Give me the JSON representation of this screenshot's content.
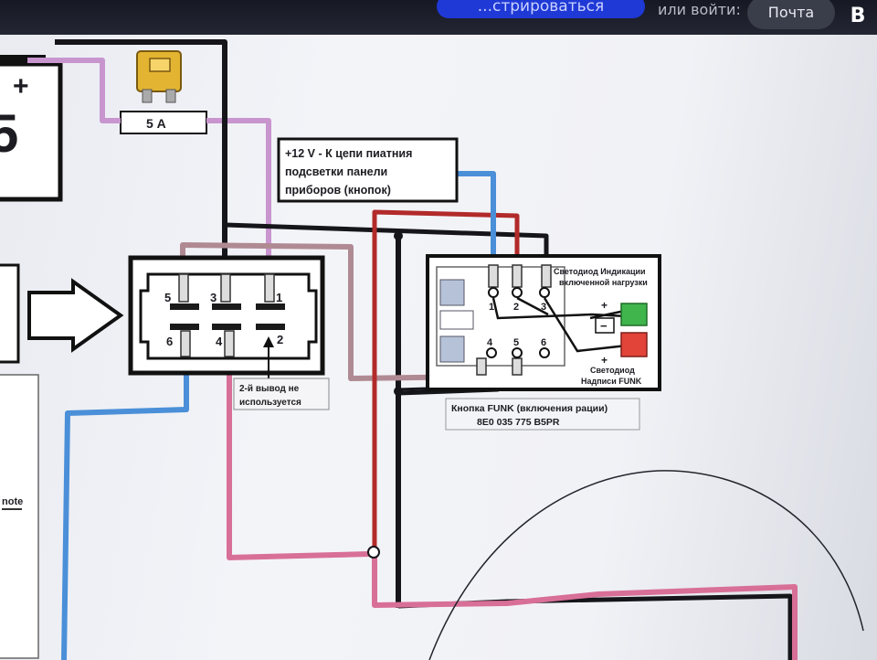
{
  "top_bar": {
    "register_label": "...стрироваться",
    "login_text": "или войти:",
    "mail_label": "Почта",
    "v_label": "В"
  },
  "diagram": {
    "battery_sign": "+",
    "battery_digit": "5",
    "fuse_label": "5 А",
    "power_note": {
      "line1": "+12 V - К цепи пиатния",
      "line2": "подсветки панели",
      "line3": "приборов (кнопок)"
    },
    "connector_pins": [
      "5",
      "3",
      "1",
      "6",
      "4",
      "2"
    ],
    "unused_note": {
      "line1": "2-й вывод не",
      "line2": "используется"
    },
    "switch_pins": [
      "1",
      "2",
      "3",
      "4",
      "5",
      "6"
    ],
    "led_load_label": {
      "line1": "Светодиод Индикации",
      "line2": "включенной нагрузки"
    },
    "led_funk_label": {
      "line1": "Светодиод",
      "line2": "Надписи FUNK"
    },
    "button_caption": {
      "line1": "Кнопка FUNK (включения рации)",
      "line2": "8E0 035 775 B5PR"
    },
    "plus_sign": "+",
    "minus_sign": "−",
    "side_text": "note",
    "colors": {
      "pink": "#d86f97",
      "violet": "#c895cf",
      "blue": "#4a8fd8",
      "red": "#b22a2a",
      "black": "#15151a",
      "brown_pink": "#b08a93",
      "green_led": "#3fb54c",
      "red_led": "#e2443a",
      "fuse": "#e3b431"
    }
  }
}
